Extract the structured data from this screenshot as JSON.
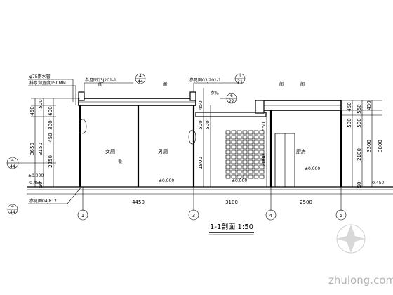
{
  "drawing": {
    "title": "1-1剖面 1:50",
    "watermark": "zhulong.com",
    "axes": [
      {
        "id": "axis-1",
        "label": "1"
      },
      {
        "id": "axis-3",
        "label": "3"
      },
      {
        "id": "axis-4",
        "label": "4"
      },
      {
        "id": "axis-5",
        "label": "5"
      }
    ],
    "bottom_dims": [
      "4450",
      "3100",
      "2500"
    ],
    "left_dims": {
      "outer": [
        "3650",
        "3150",
        "2250",
        "500",
        "450",
        "50"
      ],
      "inner": [
        "600",
        "300",
        "450"
      ]
    },
    "right_dims": {
      "outer": [
        "3300",
        "2100",
        "500",
        "550",
        "450",
        "50"
      ],
      "inner": [
        "450",
        "500"
      ]
    },
    "mid_dims": [
      "1800",
      "500",
      "450",
      "500",
      "2000",
      "550",
      "3800"
    ],
    "rooms": [
      "女厕",
      "男厕",
      "厨房"
    ],
    "callouts": {
      "top_left": "参见图03J201-1",
      "top_mid": "参见图03J201-1",
      "bottom_left": "参见图04J812",
      "side_left_1": "φ75雨水管",
      "side_left_2": "排水沟宽度150MM",
      "mid_note": "参见"
    },
    "index_marks": {
      "top_left": {
        "num": "4",
        "den": "44"
      },
      "top_mid": {
        "num": "1",
        "den": "21"
      },
      "mid": {
        "num": "6",
        "den": "22"
      },
      "left": {
        "num": "4",
        "den": "44"
      },
      "bottom_left": {
        "num": "4",
        "den": "44"
      }
    },
    "roof_labels": [
      "阁",
      "阁",
      "阁",
      "阁",
      "板"
    ],
    "elev_marks": [
      "±0.000",
      "±0.000",
      "±0.000",
      "-0.450",
      "-0.450",
      "±0.000"
    ]
  }
}
